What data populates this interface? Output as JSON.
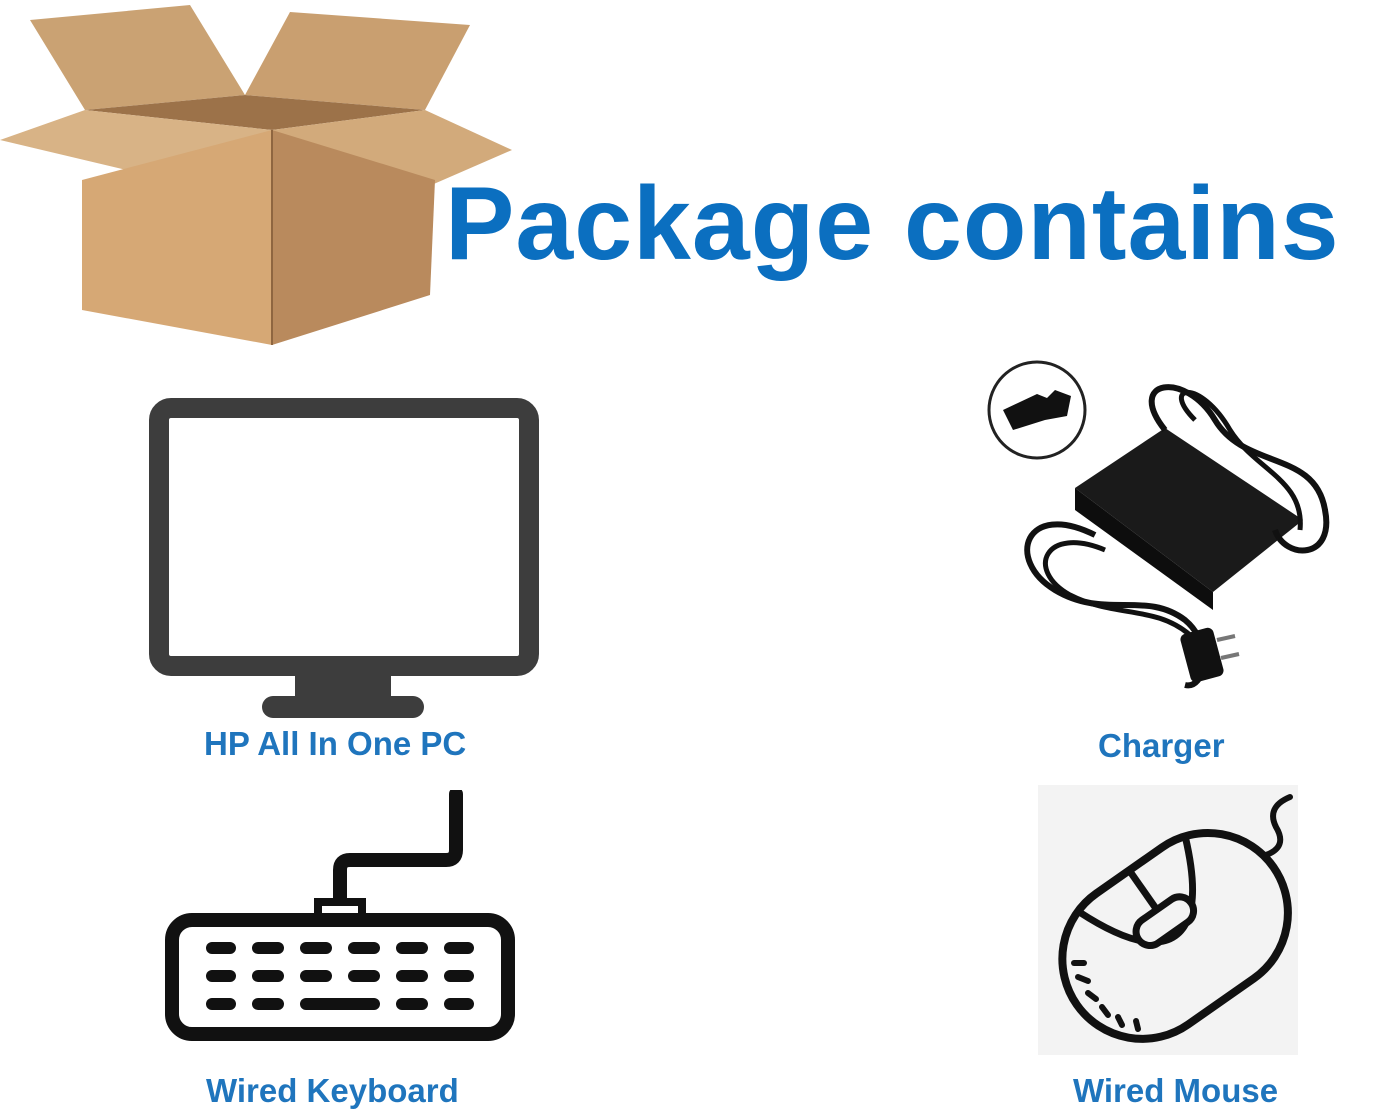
{
  "heading": {
    "text": "Package contains"
  },
  "items": [
    {
      "label": "HP All In One PC",
      "icon": "monitor-icon"
    },
    {
      "label": "Charger",
      "icon": "charger-icon"
    },
    {
      "label": "Wired Keyboard",
      "icon": "keyboard-icon"
    },
    {
      "label": "Wired Mouse",
      "icon": "mouse-icon"
    }
  ],
  "colors": {
    "title": "#0b6fc0",
    "label": "#1f75bd",
    "box_light": "#d9ab7a",
    "box_dark": "#b68659",
    "icon_stroke": "#3a3a3a"
  }
}
